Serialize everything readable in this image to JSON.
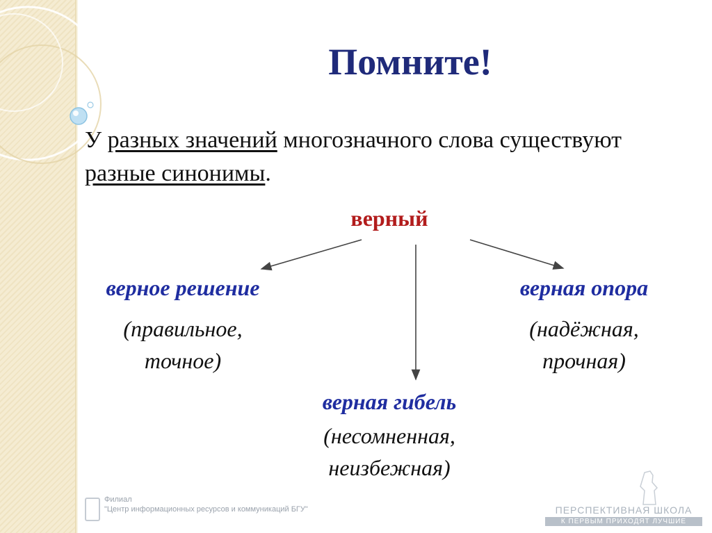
{
  "slide": {
    "title": "Помните!",
    "intro": {
      "part1": "У ",
      "underlined1": "разных значений",
      "part2": " многозначного слова существуют ",
      "underlined2": "разные синонимы",
      "part3": "."
    },
    "root_word": "верный",
    "branches": [
      {
        "phrase": "верное решение",
        "syn_line1": "(правильное,",
        "syn_line2": "точное)"
      },
      {
        "phrase": "верная гибель",
        "syn_line1": "(несомненная,",
        "syn_line2": "неизбежная)"
      },
      {
        "phrase": "верная опора",
        "syn_line1": "(надёжная,",
        "syn_line2": "прочная)"
      }
    ]
  },
  "footer": {
    "left_line1": "Филиал",
    "left_line2": "\"Центр информационных ресурсов и коммуникаций БГУ\"",
    "right_line1": "ПЕРСПЕКТИВНАЯ ШКОЛА",
    "right_line2": "К ПЕРВЫМ ПРИХОДЯТ ЛУЧШИЕ"
  },
  "colors": {
    "title": "#1f2a7a",
    "root_word": "#b21c1c",
    "phrase": "#1f2da0",
    "band": "#efe3c2"
  }
}
